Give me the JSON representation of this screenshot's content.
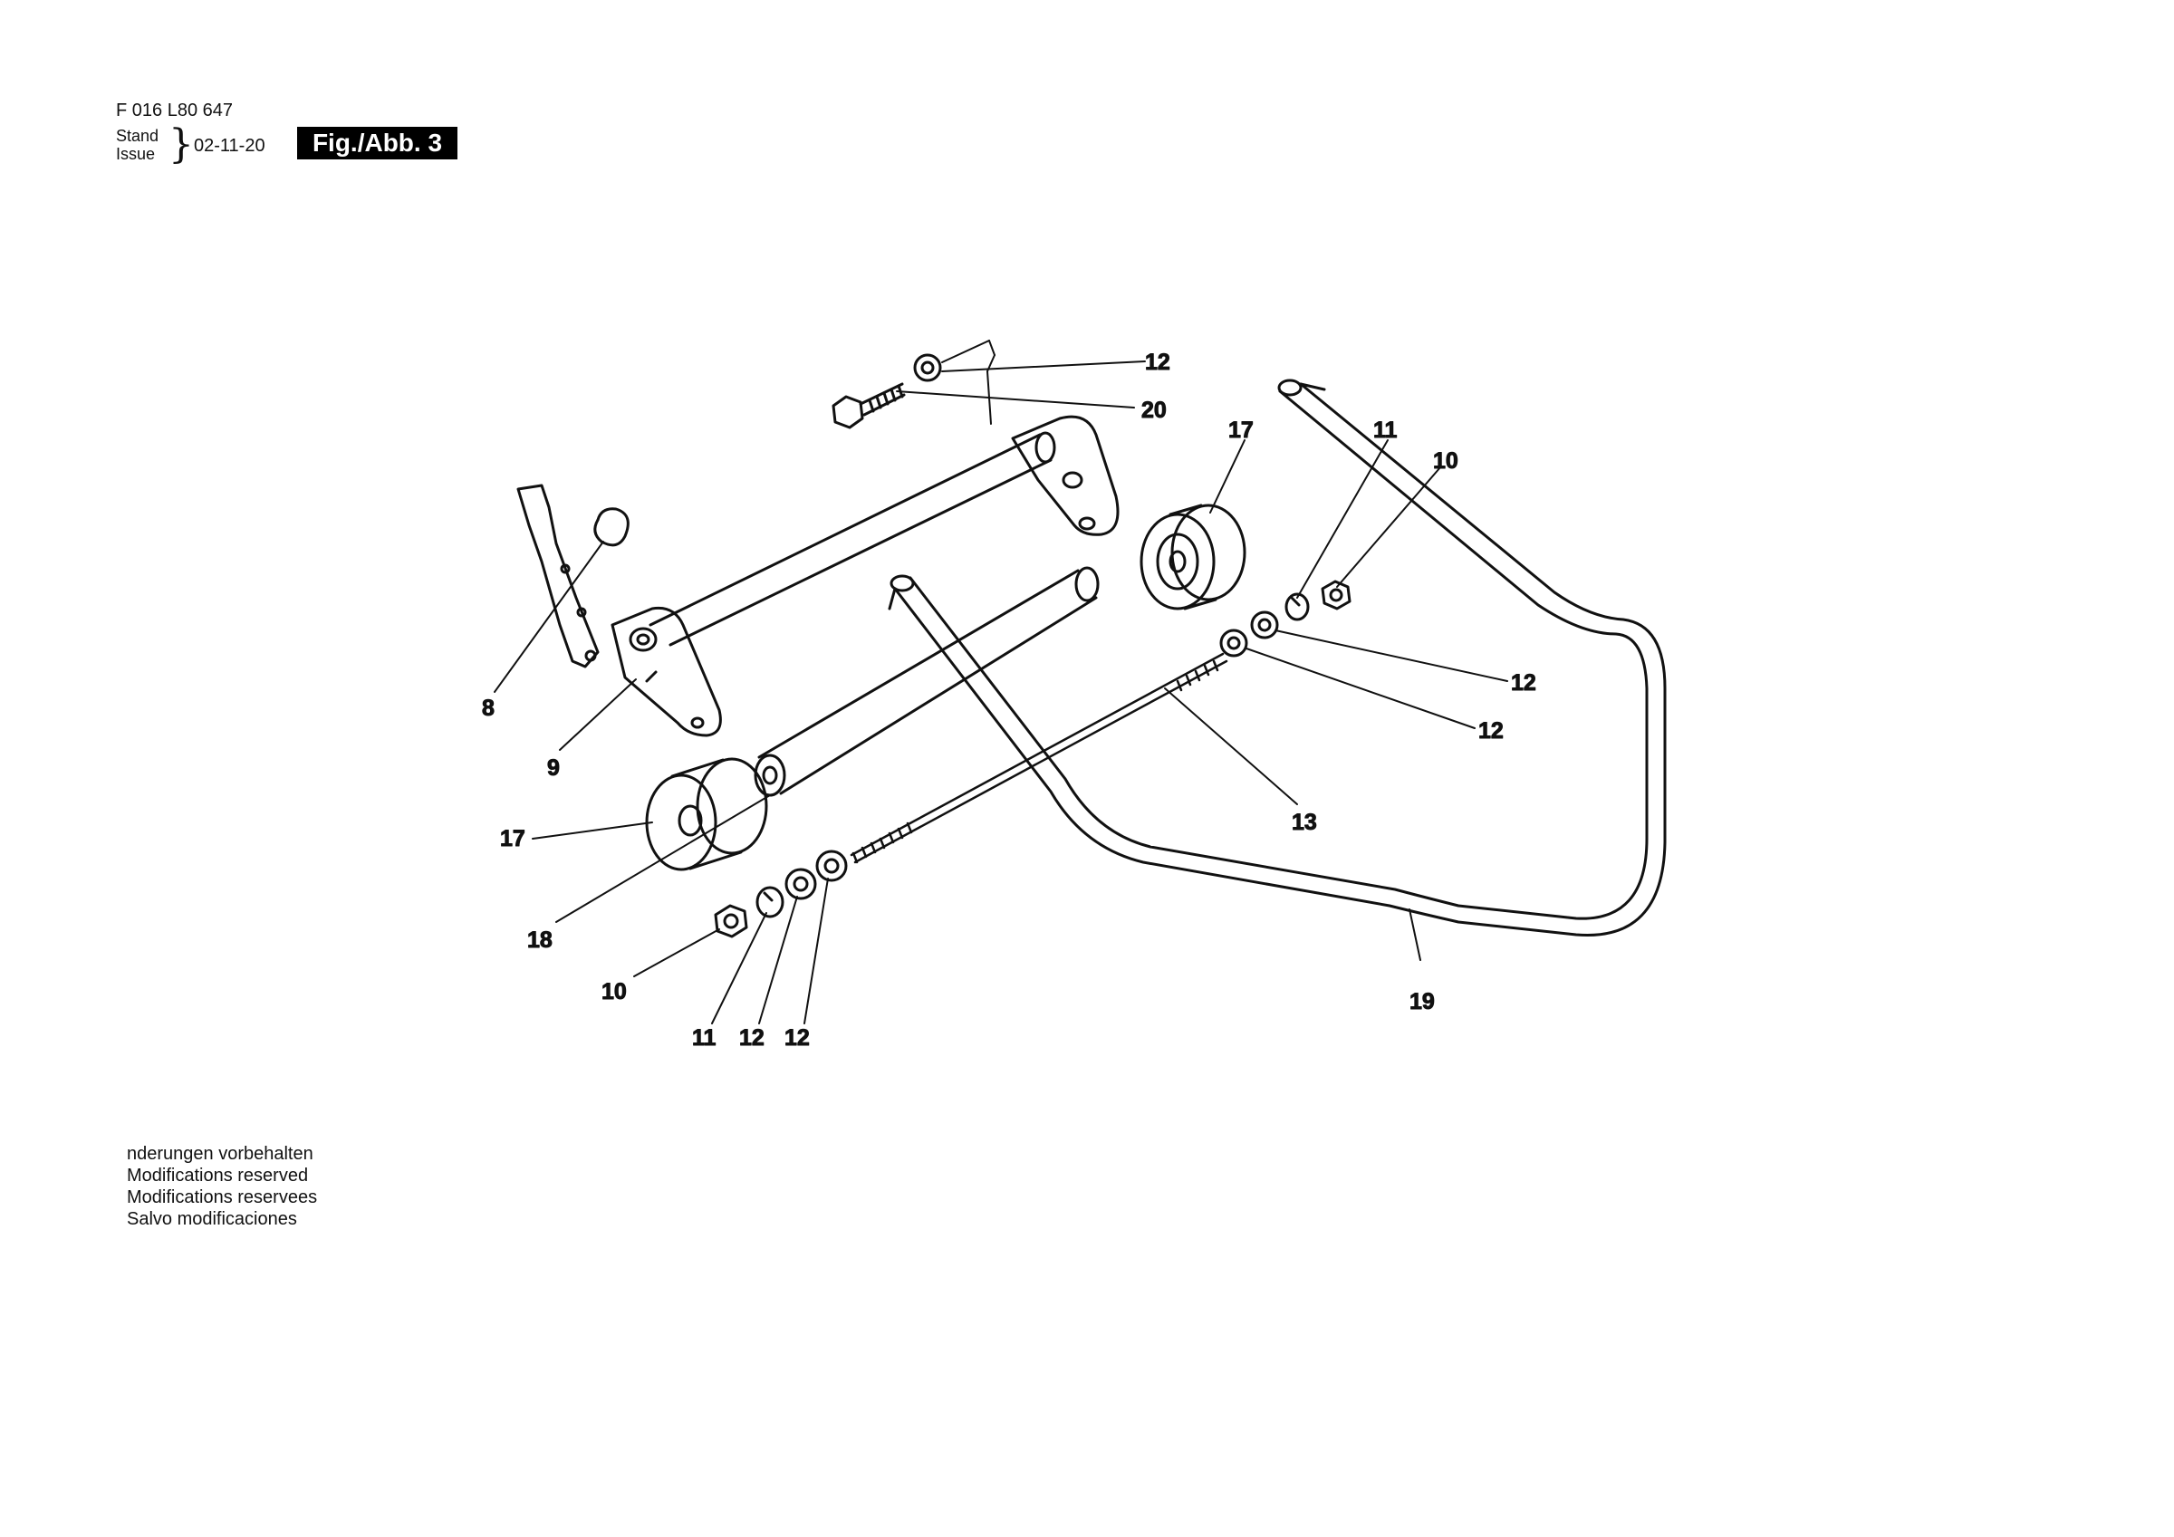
{
  "header": {
    "code": "F 016 L80 647",
    "stand_label": "Stand",
    "issue_label": "Issue",
    "date": "02-11-20",
    "figure_label": "Fig./Abb. 3"
  },
  "callouts": {
    "c12_top": "12",
    "c20": "20",
    "c17_right": "17",
    "c11_right": "11",
    "c10_right": "10",
    "c12_right_a": "12",
    "c12_right_b": "12",
    "c13": "13",
    "c8": "8",
    "c9": "9",
    "c17_left": "17",
    "c18": "18",
    "c10_left": "10",
    "c11_left": "11",
    "c12_left_a": "12",
    "c12_left_b": "12",
    "c19": "19"
  },
  "notes": [
    "nderungen vorbehalten",
    "Modifications reserved",
    "Modifications reservees",
    "Salvo modificaciones"
  ]
}
